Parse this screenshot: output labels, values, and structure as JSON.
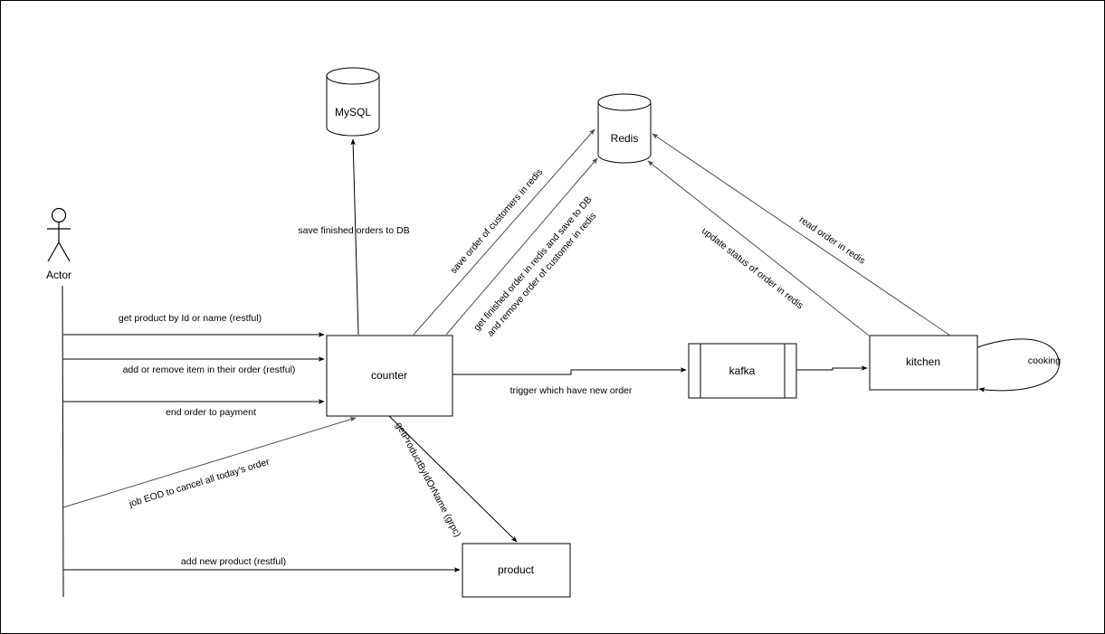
{
  "nodes": {
    "actor": "Actor",
    "mysql": "MySQL",
    "redis": "Redis",
    "counter": "counter",
    "kafka": "kafka",
    "kitchen": "kitchen",
    "product": "product"
  },
  "edges": {
    "get_product": "get product by Id or name (restful)",
    "add_remove_item": "add or remove item in their order (restful)",
    "end_order": "end order to payment",
    "job_eod": "job EOD to cancel all today's order",
    "add_new_product": "add new product (restful)",
    "save_finished": "save finished orders to DB",
    "save_order_redis": "save order of customers in redis",
    "get_finished_line1": "get finished order in redis and save to DB",
    "get_finished_line2": "and remove order of customer in redis",
    "trigger_new_order": "trigger which have new order",
    "grpc_call": "getProductByIdOrName (grpc)",
    "update_status": "update status of order in redis",
    "read_order": "read order in redis",
    "cooking": "cooking"
  },
  "colors": {
    "line": "#4d4d4d",
    "stroke": "#000000",
    "background": "#ffffff"
  }
}
